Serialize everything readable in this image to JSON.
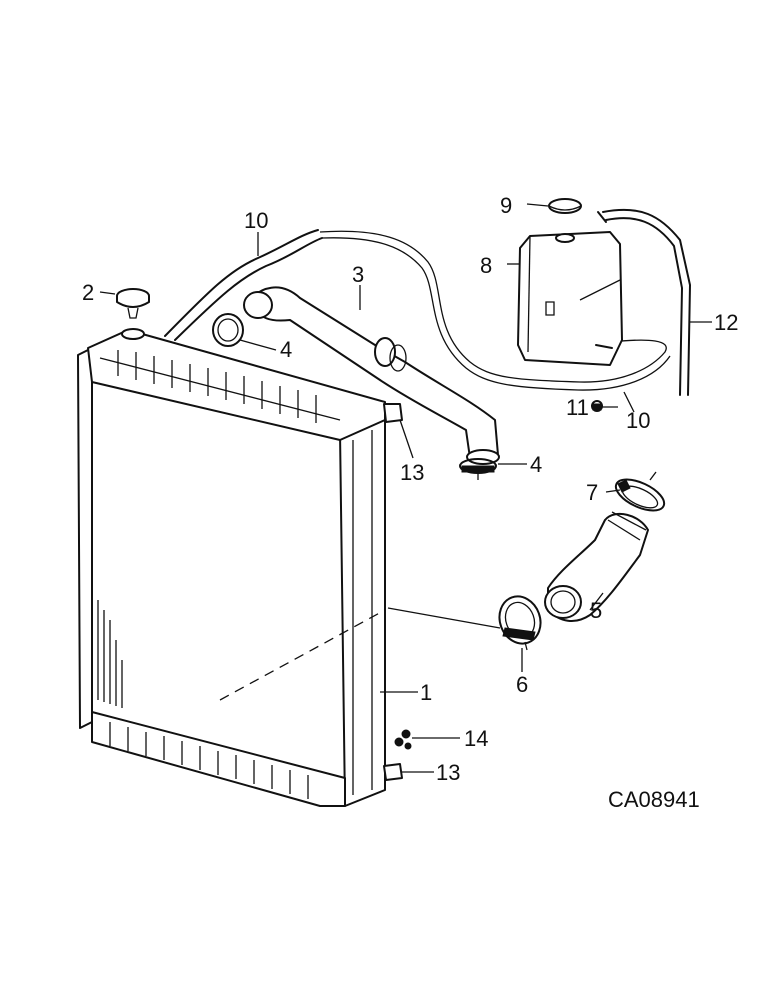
{
  "diagram_id": "CA08941",
  "callouts": {
    "c1": "1",
    "c2": "2",
    "c3": "3",
    "c4a": "4",
    "c4b": "4",
    "c5": "5",
    "c6": "6",
    "c7": "7",
    "c8": "8",
    "c9": "9",
    "c10a": "10",
    "c10b": "10",
    "c11": "11",
    "c12": "12",
    "c13a": "13",
    "c13b": "13",
    "c14": "14"
  }
}
